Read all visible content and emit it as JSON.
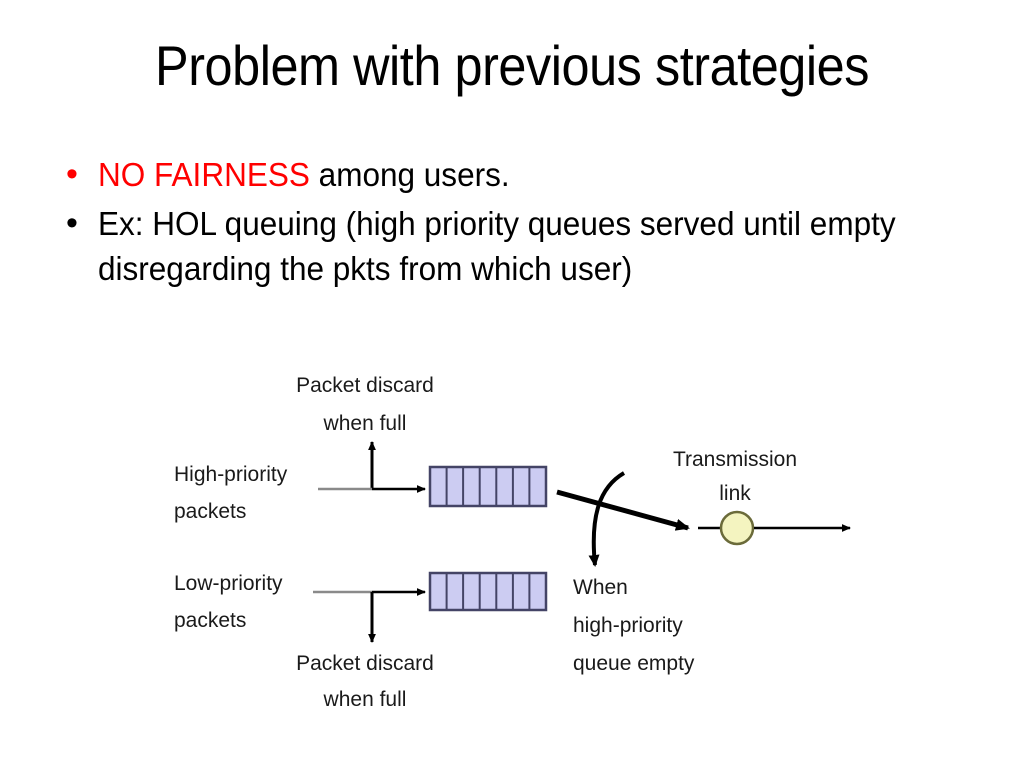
{
  "slide": {
    "title": "Problem with previous strategies",
    "background_color": "#ffffff",
    "accent_color": "#ff0000",
    "bullets": [
      {
        "marker": "•",
        "marker_color": "#ff0000",
        "highlight": "NO FAIRNESS",
        "rest": " among users."
      },
      {
        "marker": "•",
        "marker_color": "#000000",
        "highlight": "",
        "rest": "Ex: HOL queuing (high priority queues served until empty disregarding the pkts from which user)"
      }
    ]
  },
  "diagram": {
    "name": "hol-priority-queuing-diagram",
    "queue_fill": "#ccccf2",
    "queue_stroke": "#444466",
    "link_node_fill": "#f4f4c0",
    "link_node_stroke": "#6b6b3a",
    "labels": {
      "discard_top_line1": "Packet discard",
      "discard_top_line2": "when full",
      "high_priority_line1": "High-priority",
      "high_priority_line2": "packets",
      "low_priority_line1": "Low-priority",
      "low_priority_line2": "packets",
      "discard_bottom_line1": "Packet discard",
      "discard_bottom_line2": "when full",
      "transmission_line1": "Transmission",
      "transmission_line2": "link",
      "when_empty_line1": "When",
      "when_empty_line2": "high-priority",
      "when_empty_line3": "queue empty"
    },
    "queues": [
      {
        "name": "high-priority-queue",
        "cells": 7
      },
      {
        "name": "low-priority-queue",
        "cells": 7
      }
    ]
  }
}
